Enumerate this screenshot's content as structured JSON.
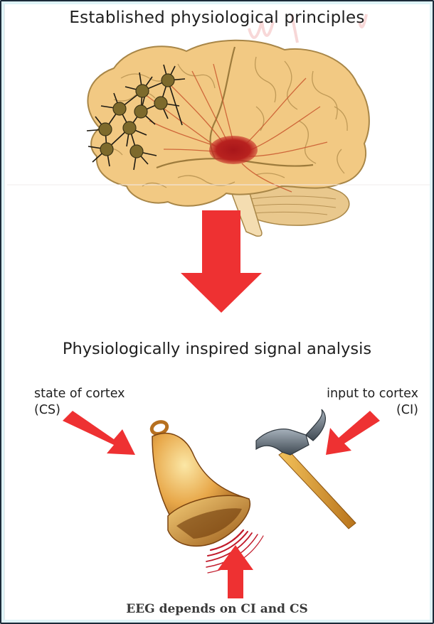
{
  "title": "Established physiological principles",
  "subtitle": "Physiologically inspired signal analysis",
  "labels": {
    "cs_line1": "state of cortex",
    "cs_line2": "(CS)",
    "ci_line1": "input to cortex",
    "ci_line2": "(CI)"
  },
  "caption": "EEG depends on CI and CS",
  "icons": [
    "brain-illustration",
    "neural-network-icon",
    "bell-icon",
    "hammer-icon",
    "sound-waves-icon",
    "red-arrow-icon"
  ],
  "colors": {
    "arrow": "#ee3132",
    "brain": "#f2c983",
    "brain_outline": "#a88647",
    "bell": "#d8872d",
    "hammer_handle": "#e3a23a",
    "hammer_head": "#5b6773",
    "waves": "#c11a2a",
    "border": "#1b2a38",
    "background": "#def3f7"
  }
}
